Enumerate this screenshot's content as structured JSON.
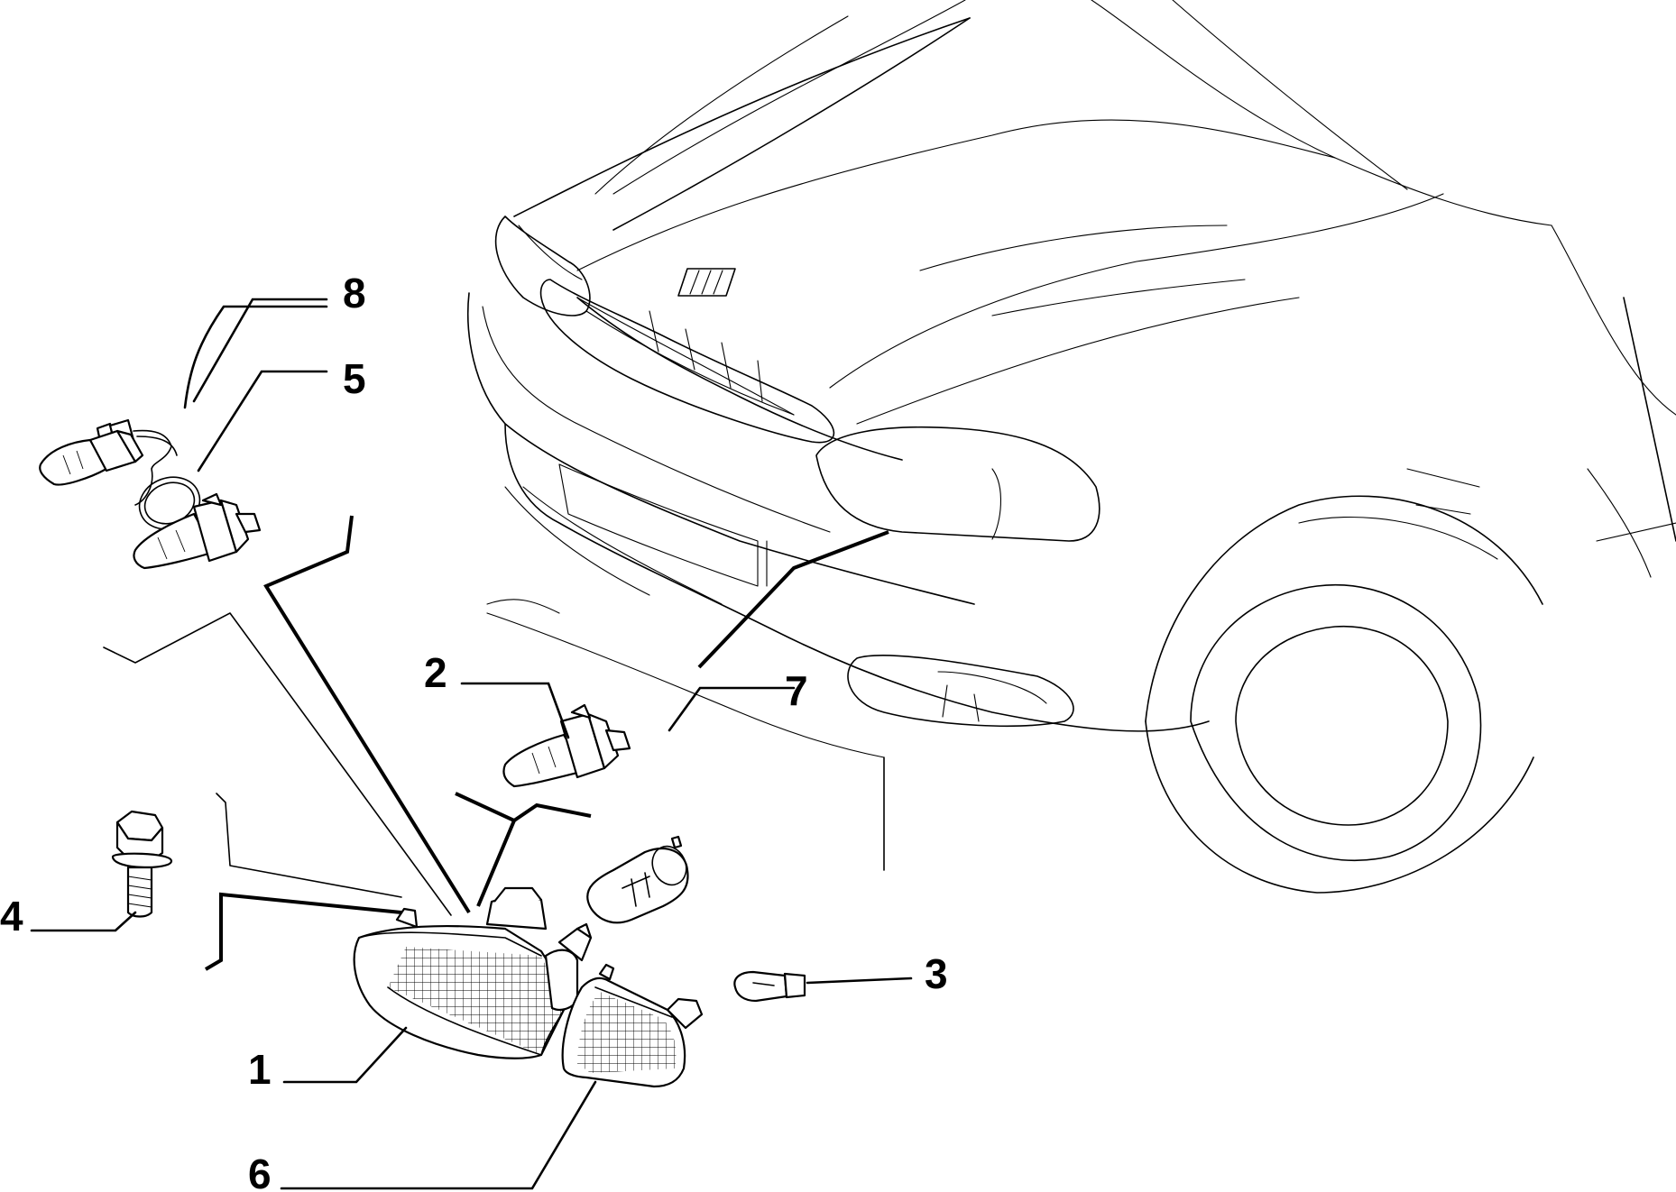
{
  "callouts": {
    "c1": "1",
    "c2": "2",
    "c3": "3",
    "c4": "4",
    "c5": "5",
    "c6": "6",
    "c7": "7",
    "c8": "8"
  },
  "colors": {
    "ink": "#000000",
    "paper": "#ffffff"
  },
  "icons": [
    "car-front-outline",
    "headlamp-assembly",
    "halogen-bulb",
    "bulb-with-harness",
    "side-indicator-lens",
    "wedge-bulb",
    "bayonet-bulb",
    "flange-bolt"
  ]
}
